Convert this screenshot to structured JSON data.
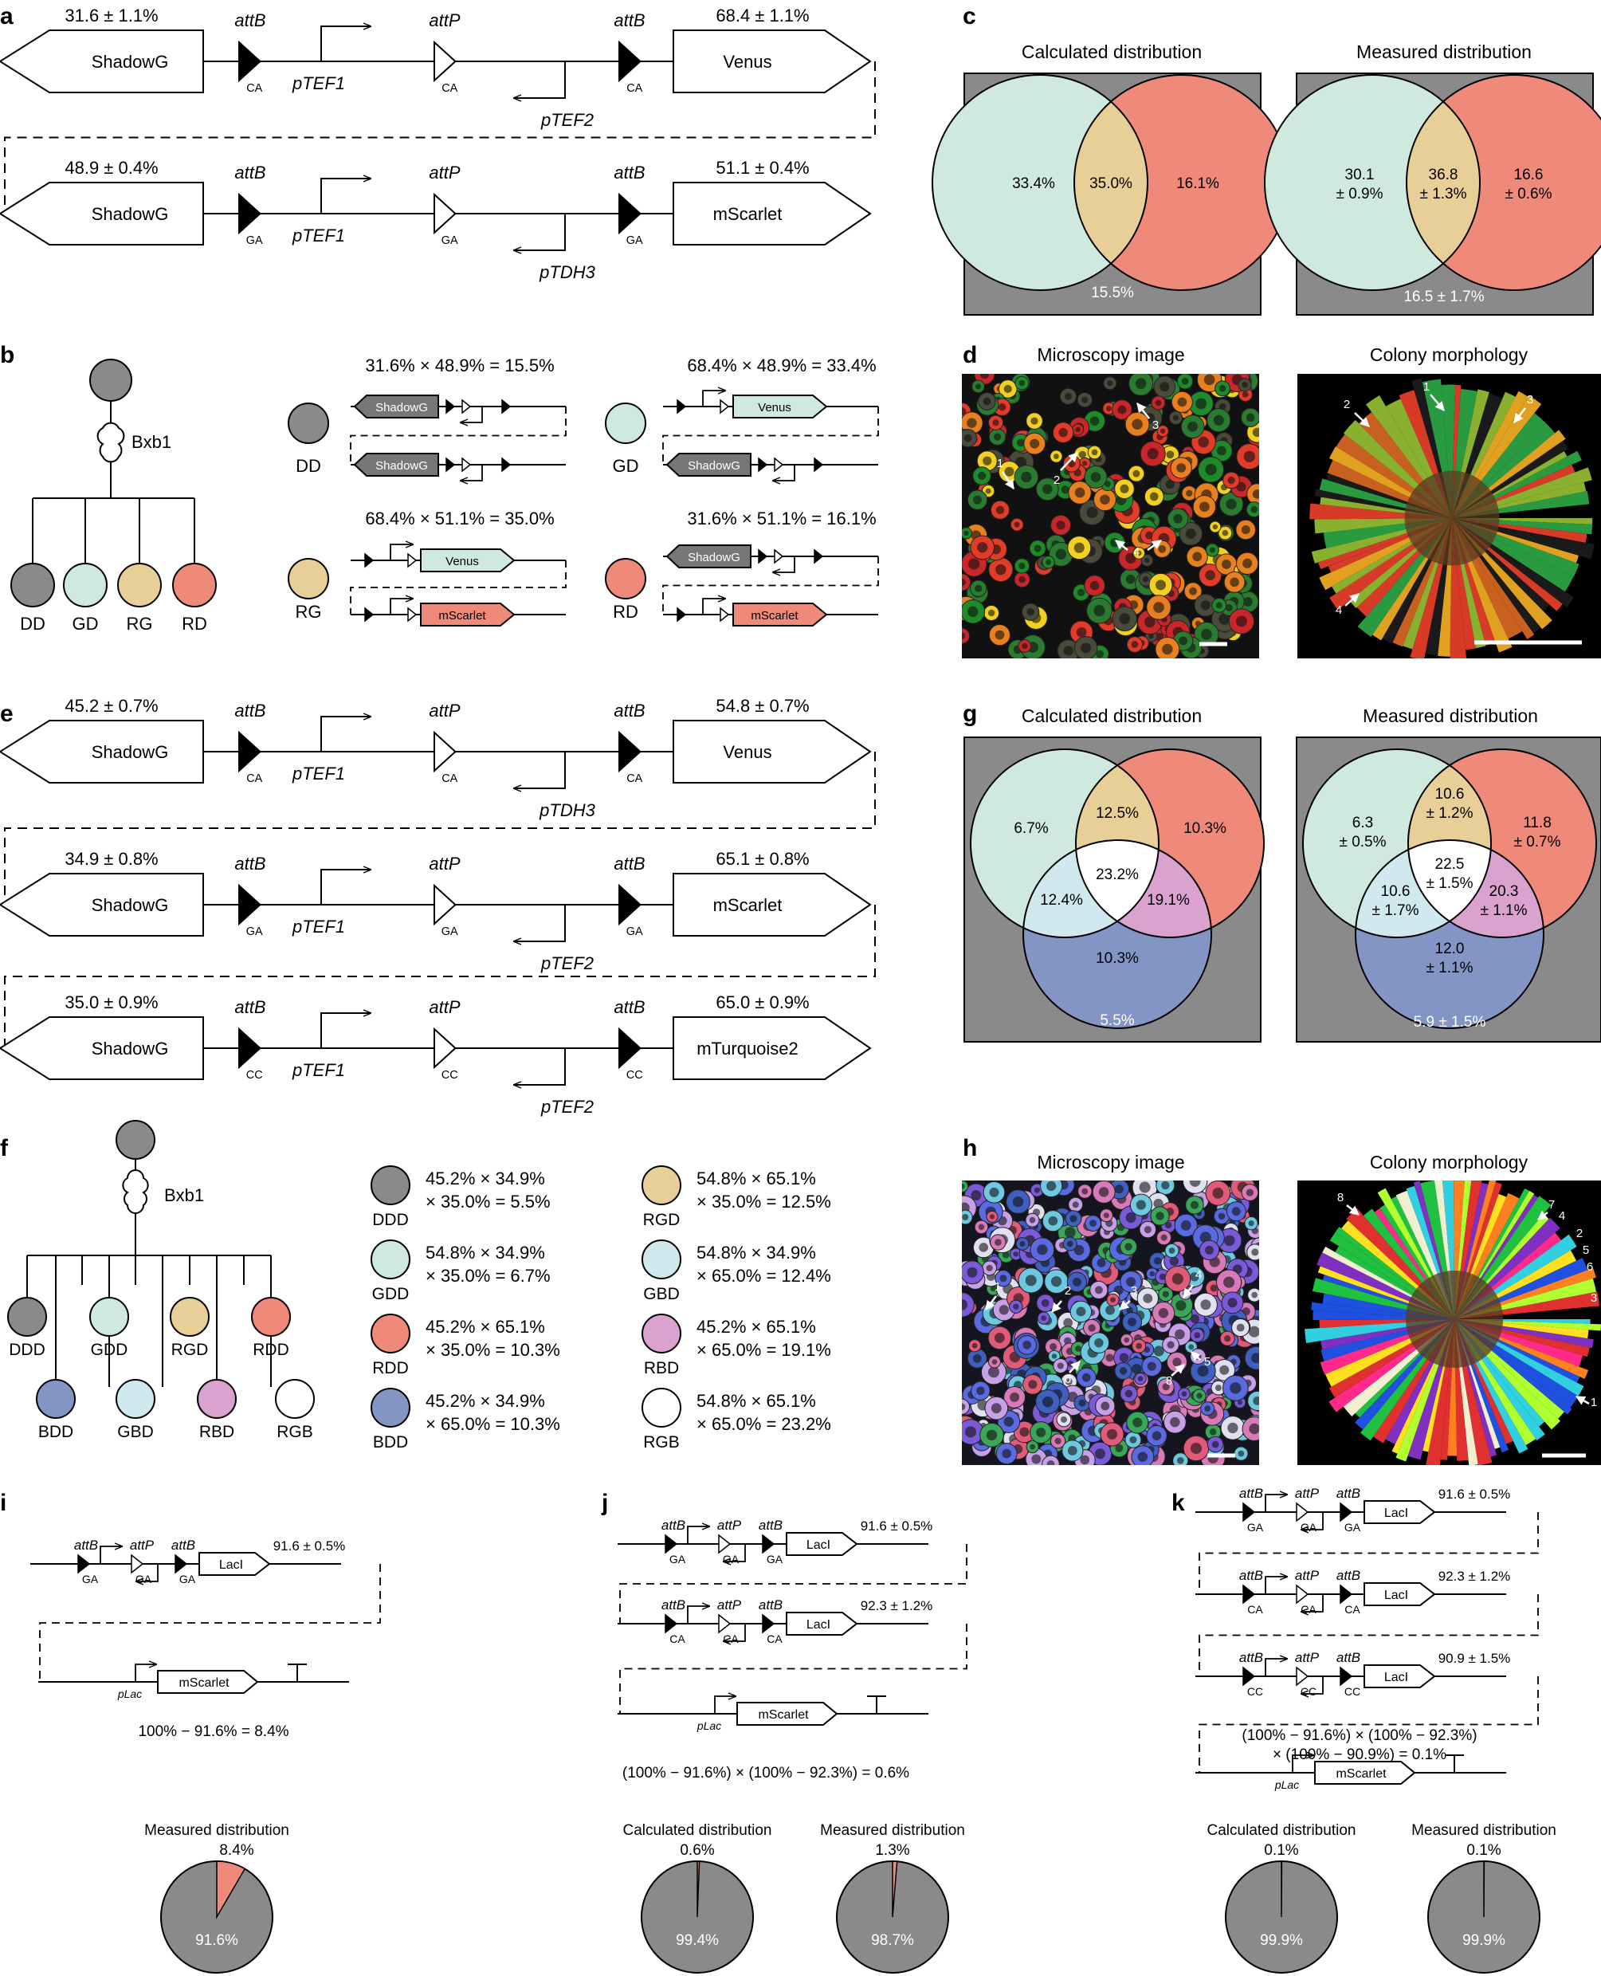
{
  "panels": {
    "a": "a",
    "b": "b",
    "c": "c",
    "d": "d",
    "e": "e",
    "f": "f",
    "g": "g",
    "h": "h",
    "i": "i",
    "j": "j",
    "k": "k"
  },
  "labels": {
    "attB": "attB",
    "attP": "attP",
    "pTEF1": "pTEF1",
    "pTEF2": "pTEF2",
    "pTDH3": "pTDH3",
    "pLac": "pLac",
    "CA": "CA",
    "GA": "GA",
    "CC": "CC",
    "ShadowG": "ShadowG",
    "Venus": "Venus",
    "mScarlet": "mScarlet",
    "mTurquoise2": "mTurquoise2",
    "LacI": "LacI",
    "Bxb1": "Bxb1",
    "calc": "Calculated distribution",
    "meas": "Measured distribution",
    "micro": "Microscopy image",
    "colony": "Colony morphology"
  },
  "a": {
    "r1_left": "31.6 ± 1.1%",
    "r1_right": "68.4 ± 1.1%",
    "r2_left": "48.9 ± 0.4%",
    "r2_right": "51.1 ± 0.4%"
  },
  "b": {
    "dd_eq": "31.6% × 48.9% = 15.5%",
    "gd_eq": "68.4% × 48.9% = 33.4%",
    "rg_eq": "68.4% × 51.1% = 35.0%",
    "rd_eq": "31.6% × 51.1% = 16.1%",
    "DD": "DD",
    "GD": "GD",
    "RG": "RG",
    "RD": "RD"
  },
  "c": {
    "calc": {
      "left": "33.4%",
      "mid": "35.0%",
      "right": "16.1%",
      "out": "15.5%"
    },
    "meas": {
      "left1": "30.1",
      "left2": "± 0.9%",
      "mid1": "36.8",
      "mid2": "± 1.3%",
      "right1": "16.6",
      "right2": "± 0.6%",
      "out": "16.5 ± 1.7%"
    }
  },
  "d": {
    "m1": "1",
    "m2": "2",
    "m3": "3",
    "m4": "4",
    "c1": "1",
    "c2": "2",
    "c3": "3",
    "c4": "4"
  },
  "e": {
    "r1_left": "45.2 ± 0.7%",
    "r1_right": "54.8 ± 0.7%",
    "r2_left": "34.9 ± 0.8%",
    "r2_right": "65.1 ± 0.8%",
    "r3_left": "35.0 ± 0.9%",
    "r3_right": "65.0 ± 0.9%"
  },
  "g": {
    "calc": {
      "g": "6.7%",
      "gr": "12.5%",
      "r": "10.3%",
      "c": "23.2%",
      "gb": "12.4%",
      "rb": "19.1%",
      "b": "10.3%",
      "out": "5.5%"
    },
    "meas": {
      "g1": "6.3",
      "g2": "± 0.5%",
      "gr1": "10.6",
      "gr2": "± 1.2%",
      "r1": "11.8",
      "r2": "± 0.7%",
      "c1": "22.5",
      "c2": "± 1.5%",
      "gb1": "10.6",
      "gb2": "± 1.7%",
      "rb1": "20.3",
      "rb2": "± 1.1%",
      "b1": "12.0",
      "b2": "± 1.1%",
      "out": "5.9 ± 1.5%"
    }
  },
  "f": {
    "tree": [
      "DDD",
      "GDD",
      "RGD",
      "RDD",
      "BDD",
      "GBD",
      "RBD",
      "RGB"
    ],
    "items": [
      {
        "l1": "45.2% × 34.9%",
        "l2": "× 35.0% = 5.5%",
        "lab": "DDD"
      },
      {
        "l1": "54.8% × 34.9%",
        "l2": "× 35.0% = 6.7%",
        "lab": "GDD"
      },
      {
        "l1": "45.2% × 65.1%",
        "l2": "× 35.0% = 10.3%",
        "lab": "RDD"
      },
      {
        "l1": "45.2% × 34.9%",
        "l2": "× 65.0% = 10.3%",
        "lab": "BDD"
      },
      {
        "l1": "54.8% × 65.1%",
        "l2": "× 35.0% = 12.5%",
        "lab": "RGD"
      },
      {
        "l1": "54.8% × 34.9%",
        "l2": "× 65.0% = 12.4%",
        "lab": "GBD"
      },
      {
        "l1": "45.2% × 65.1%",
        "l2": "× 65.0% = 19.1%",
        "lab": "RBD"
      },
      {
        "l1": "54.8% × 65.1%",
        "l2": "× 65.0% = 23.2%",
        "lab": "RGB"
      }
    ]
  },
  "h": {
    "m1": "1",
    "m2": "2",
    "m3": "3",
    "m4": "4",
    "m5": "5",
    "m6": "6",
    "m8": "8",
    "c8": "8",
    "c7": "7",
    "c4": "4",
    "c2": "2",
    "c5": "5",
    "c6": "6",
    "c3": "3",
    "c1": "1"
  },
  "i": {
    "pct": "91.6 ± 0.5%",
    "eq": "100% − 91.6% = 8.4%",
    "pie_title": "Measured distribution",
    "pie_small": "8.4%",
    "pie_big": "91.6%"
  },
  "j": {
    "pct1": "91.6 ± 0.5%",
    "pct2": "92.3 ± 1.2%",
    "eq": "(100% − 91.6%) × (100% − 92.3%) = 0.6%",
    "calc_small": "0.6%",
    "calc_big": "99.4%",
    "meas_small": "1.3%",
    "meas_big": "98.7%"
  },
  "k": {
    "pct1": "91.6 ± 0.5%",
    "pct2": "92.3 ± 1.2%",
    "pct3": "90.9 ± 1.5%",
    "eq1": "(100% − 91.6%) × (100% − 92.3%)",
    "eq2": "× (100% − 90.9%) = 0.1%",
    "calc_small": "0.1%",
    "calc_big": "99.9%",
    "meas_small": "0.1%",
    "meas_big": "99.9%"
  },
  "colors": {
    "grey": "#8a8a8a",
    "teal": "#cfe9df",
    "tan": "#e8cf98",
    "salmon": "#ef8a7a",
    "blue": "#8295c4",
    "lightblue": "#cfe9ef",
    "pink": "#d9a2cf",
    "white": "#ffffff",
    "venn_bg": "#8a8a8a"
  }
}
